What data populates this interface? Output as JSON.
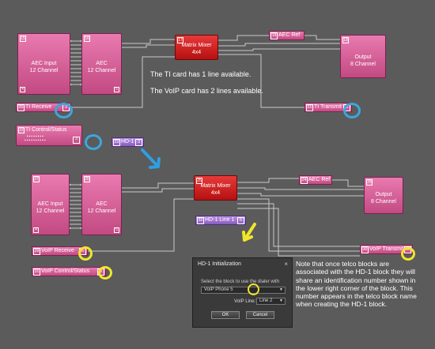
{
  "top": {
    "aec_input": {
      "num": "15",
      "label": "AEC Input\n12 Channel",
      "count": "4"
    },
    "aec": {
      "num": "16",
      "label": "AEC\n12 Channel",
      "count": "5"
    },
    "matrix": {
      "num": "17",
      "label": "Matrix Mixer\n4x4"
    },
    "aec_ref": {
      "num": "19",
      "label": "AEC Ref"
    },
    "output": {
      "num": "18",
      "label": "Output\n8 Channel"
    },
    "ti_receive": {
      "num": "20",
      "label": "TI Receive",
      "tag": "3"
    },
    "ti_transmit": {
      "num": "21",
      "label": "TI Transmit",
      "tag": "3"
    },
    "ti_control": {
      "num": "22",
      "label": "TI Control/Status",
      "tag": "3"
    },
    "hd1": {
      "num": "23",
      "label": "HD-1",
      "tag": "3"
    }
  },
  "notes": {
    "ti": "The TI card has 1 line available.",
    "voip": "The VoIP card has 2 lines available."
  },
  "bottom": {
    "aec_input": {
      "num": "27",
      "label": "AEC Input\n12 Channel",
      "count": "4"
    },
    "aec": {
      "num": "26",
      "label": "AEC\n12 Channel",
      "count": "5"
    },
    "matrix": {
      "num": "25",
      "label": "Matrix Mixer\n4x4"
    },
    "aec_ref": {
      "num": "24",
      "label": "AEC Ref"
    },
    "output": {
      "num": "28",
      "label": "Output\n8 Channel"
    },
    "voip_receive": {
      "num": "29",
      "label": "VoIP Receive",
      "tag": "6"
    },
    "voip_transmit": {
      "num": "30",
      "label": "VoIP Transmit",
      "tag": "6"
    },
    "voip_control": {
      "num": "31",
      "label": "VoIP Control/Status",
      "tag": "6"
    },
    "hd1_line": {
      "num": "32",
      "label": "HD-1 Line 1",
      "tag": "6"
    }
  },
  "dialog": {
    "title": "HD-1 Initialization",
    "close": "×",
    "instruction": "Select the block to use the dialer with",
    "block_value": "VoIP Phone 5",
    "voip_line_label": "VoIP Line:",
    "voip_line_value": "Line 2",
    "ok": "OK",
    "cancel": "Cancel"
  },
  "side_note": "Note that once telco blocks are associated with the HD-1 block they will share an identification number shown in the lower right corner of the block. This number appears in the telco block name when creating the HD-1 block.",
  "colors": {
    "ring_blue": "#3aa7e0",
    "ring_yellow": "#f2e62a",
    "arrow_blue": "#2f9fe0",
    "arrow_yellow": "#f2e62a"
  }
}
